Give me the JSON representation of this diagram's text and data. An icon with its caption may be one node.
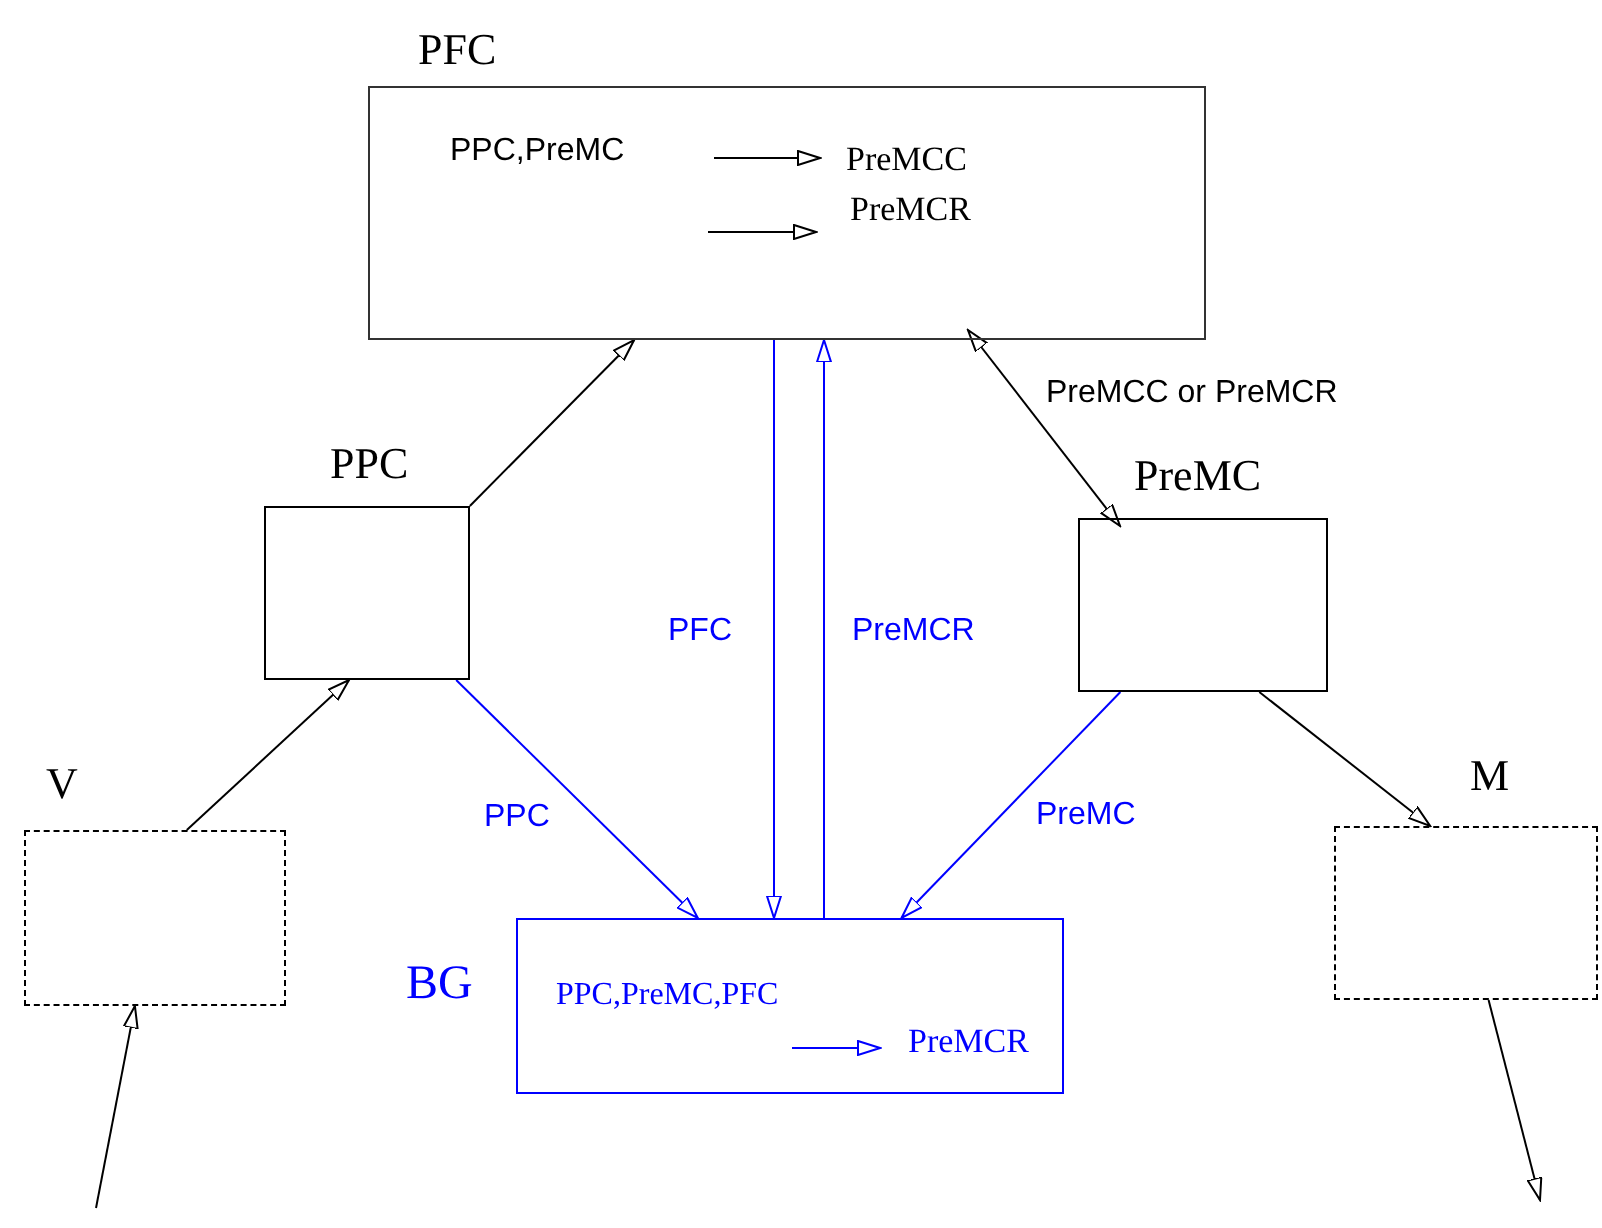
{
  "diagram": {
    "nodes": [
      {
        "text": [
          "PFC",
          "PPC,PreMC",
          "PreMCC",
          "PreMCR"
        ]
      },
      {
        "text": [
          "PPC"
        ]
      },
      {
        "text": [
          "PreMC"
        ]
      },
      {
        "text": [
          "V"
        ]
      },
      {
        "text": [
          "BG",
          "PPC,PreMC,PFC",
          "PreMCR"
        ]
      },
      {
        "text": [
          "M"
        ]
      }
    ],
    "edges": [
      {
        "from": 1,
        "to": 0,
        "arrow": "to"
      },
      {
        "from": 2,
        "to": 0,
        "arrow": "both",
        "label": "PreMCC or PreMCR"
      },
      {
        "from": 3,
        "to": 1,
        "arrow": "to"
      },
      {
        "from": null,
        "to": 3,
        "arrow": "to"
      },
      {
        "from": 1,
        "to": 4,
        "arrow": "to",
        "label": "PPC",
        "color": "#0000ff"
      },
      {
        "from": 0,
        "to": 4,
        "arrow": "to",
        "label": "PFC",
        "color": "#0000ff"
      },
      {
        "from": 4,
        "to": 0,
        "arrow": "to",
        "label": "PreMCR",
        "color": "#0000ff"
      },
      {
        "from": 2,
        "to": 4,
        "arrow": "to",
        "label": "PreMC",
        "color": "#0000ff"
      },
      {
        "from": 2,
        "to": 5,
        "arrow": "to"
      },
      {
        "from": 5,
        "to": null,
        "arrow": "to"
      }
    ]
  }
}
